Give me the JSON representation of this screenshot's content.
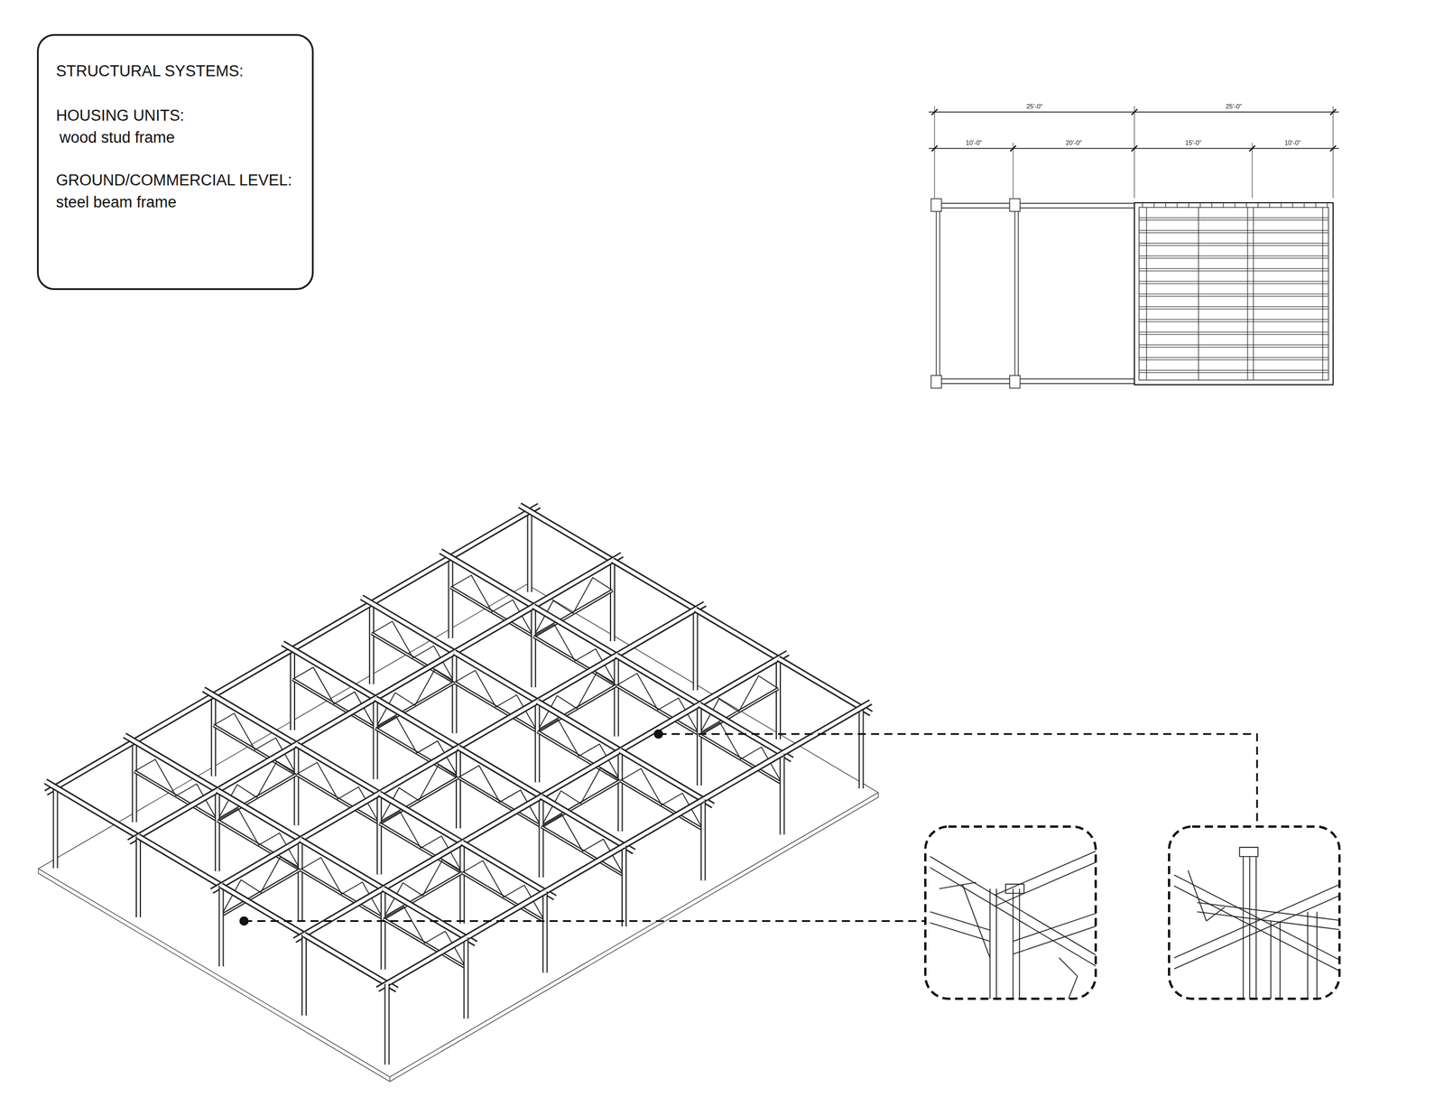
{
  "diagram": {
    "nodes": [
      {
        "text": [
          "STRUCTURAL SYSTEMS:",
          "HOUSING UNITS:",
          "wood stud frame",
          "GROUND/COMMERCIAL LEVEL:",
          "steel beam frame"
        ]
      }
    ],
    "labels": [
      "25'-0\"",
      "25'-0\"",
      "10'-0\"",
      "20'-0\"",
      "15'-0\"",
      "10'-0\""
    ]
  }
}
